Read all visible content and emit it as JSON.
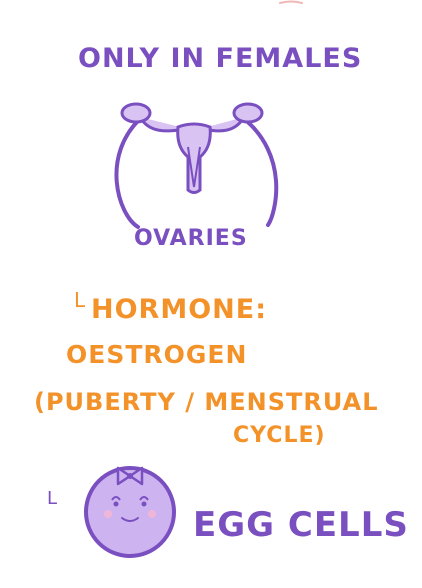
{
  "title": "Only in Females",
  "ovaries_label": "Ovaries",
  "hormone": {
    "bullet": "L",
    "label": "Hormone:",
    "name": "Oestrogen",
    "role_line_1": "(Puberty / Menstrual",
    "role_line_2": "cycle)"
  },
  "egg": {
    "bullet": "L",
    "label": "Egg Cells"
  },
  "colors": {
    "purple_text": "#7a4fc0",
    "orange_text": "#f4922a",
    "uterus_fill": "#d9c3f2",
    "egg_fill": "#cdb3f0"
  },
  "icons": [
    "uterus-ovaries-icon",
    "egg-cell-icon"
  ]
}
